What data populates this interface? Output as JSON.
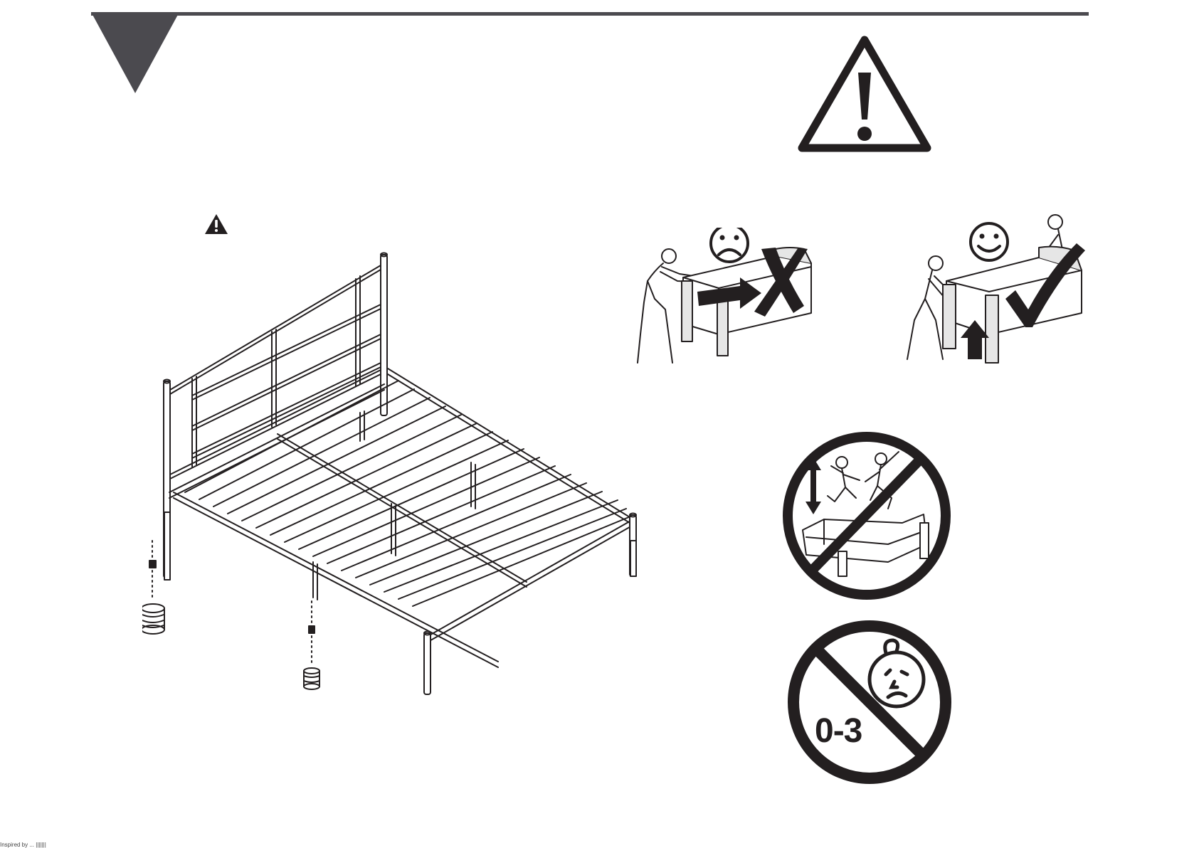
{
  "page": {
    "step_marker": "corner-triangle",
    "accent_color": "#4b4a4f"
  },
  "icons": {
    "header_warning": "warning-triangle-icon",
    "inline_warning": "warning-triangle-icon",
    "sad_face": "sad-face-icon",
    "happy_face": "happy-face-icon",
    "wrong_mark": "x-mark-icon",
    "right_mark": "check-mark-icon",
    "no_jumping": "no-jumping-icon",
    "not_for_children": "no-children-icon"
  },
  "warnings": {
    "age_restriction": "0-3"
  },
  "footer": {
    "text": "Inspired by ...  |||||||"
  }
}
